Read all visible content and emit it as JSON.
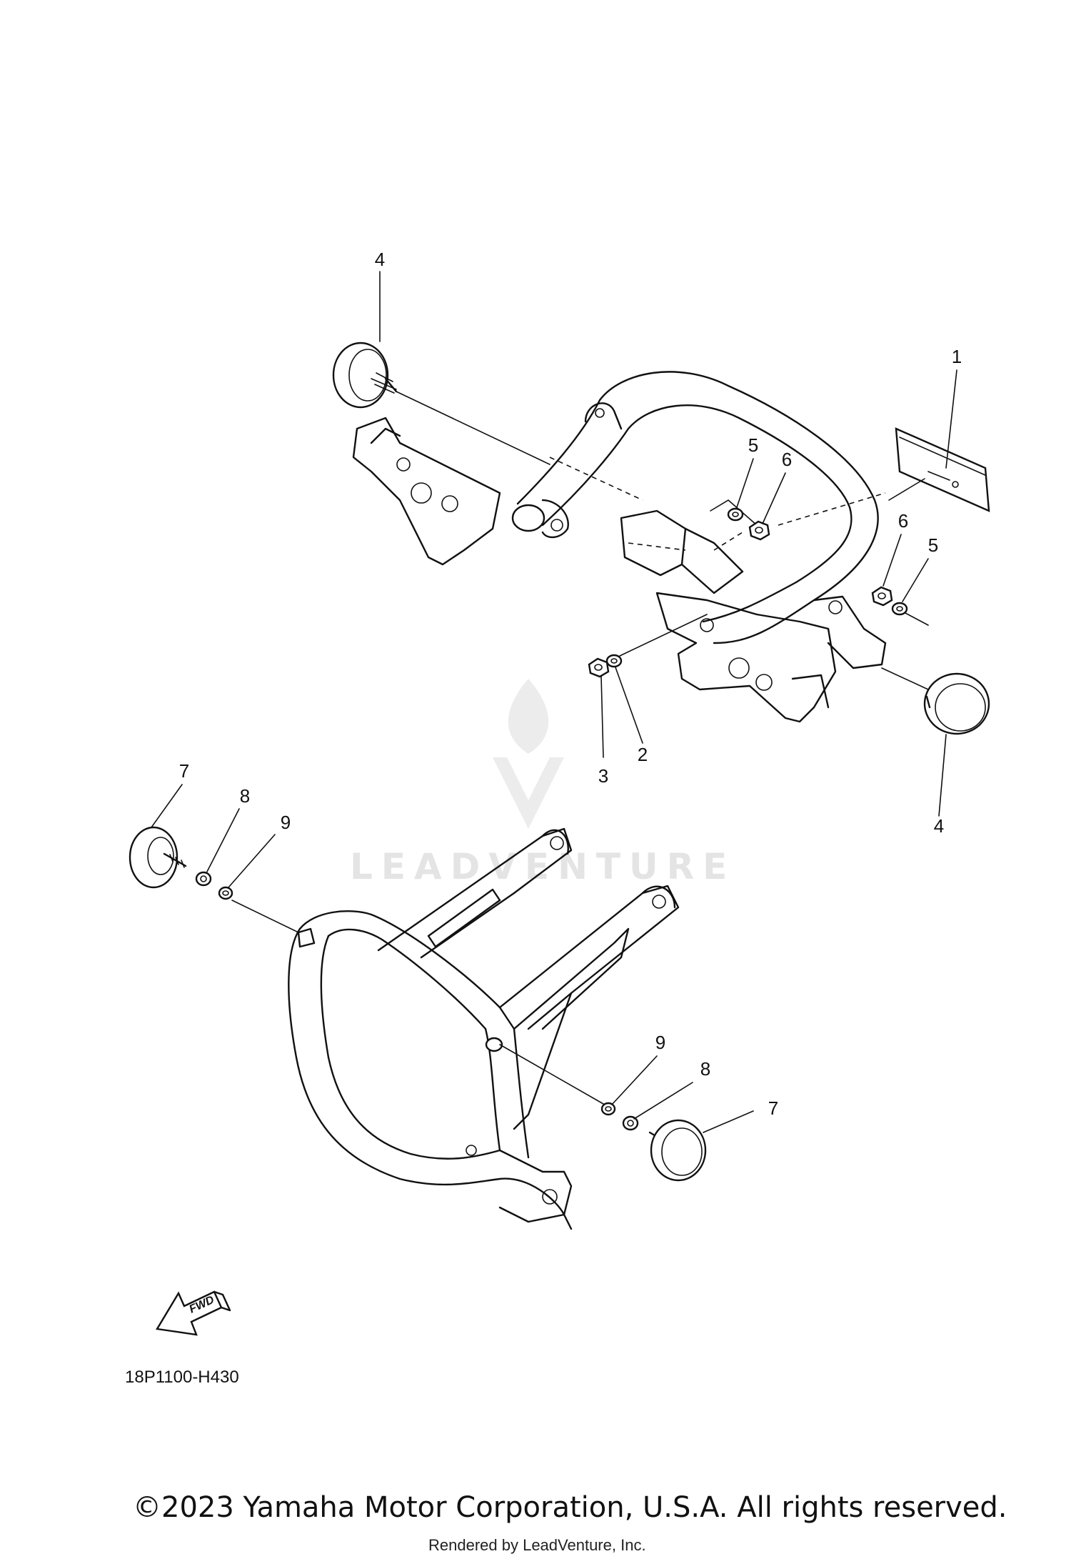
{
  "watermark": {
    "text": "LEADVENTURE"
  },
  "callouts": {
    "c1": "1",
    "c2": "2",
    "c3": "3",
    "c4a": "4",
    "c4b": "4",
    "c5a": "5",
    "c5b": "5",
    "c6a": "6",
    "c6b": "6",
    "c7a": "7",
    "c7b": "7",
    "c8a": "8",
    "c8b": "8",
    "c9a": "9",
    "c9b": "9"
  },
  "fwd_label": "FWD",
  "diagram_code": "18P1100-H430",
  "copyright": "©2023 Yamaha Motor Corporation, U.S.A. All rights reserved.",
  "rendered_by": "Rendered by LeadVenture, Inc."
}
